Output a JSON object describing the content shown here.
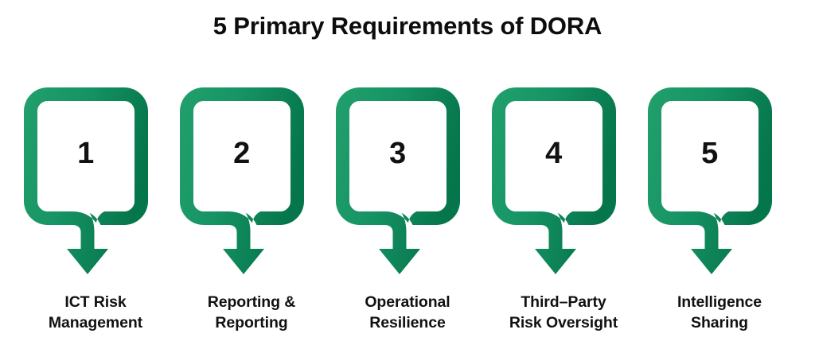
{
  "header": {
    "title": "5 Primary Requirements of DORA"
  },
  "theme": {
    "background": "#ffffff",
    "accent_green_light": "#1fa06a",
    "accent_green_dark": "#05774c",
    "text_color": "#111111"
  },
  "steps": [
    {
      "number": "1",
      "label_line1": "ICT Risk",
      "label_line2": "Management",
      "name": "ict-risk-management"
    },
    {
      "number": "2",
      "label_line1": "Reporting &",
      "label_line2": "Reporting",
      "name": "reporting-and-reporting"
    },
    {
      "number": "3",
      "label_line1": "Operational",
      "label_line2": "Resilience",
      "name": "operational-resilience"
    },
    {
      "number": "4",
      "label_line1": "Third–Party",
      "label_line2": "Risk Oversight",
      "name": "third-party-risk-oversight"
    },
    {
      "number": "5",
      "label_line1": "Intelligence",
      "label_line2": "Sharing",
      "name": "intelligence-sharing"
    }
  ]
}
